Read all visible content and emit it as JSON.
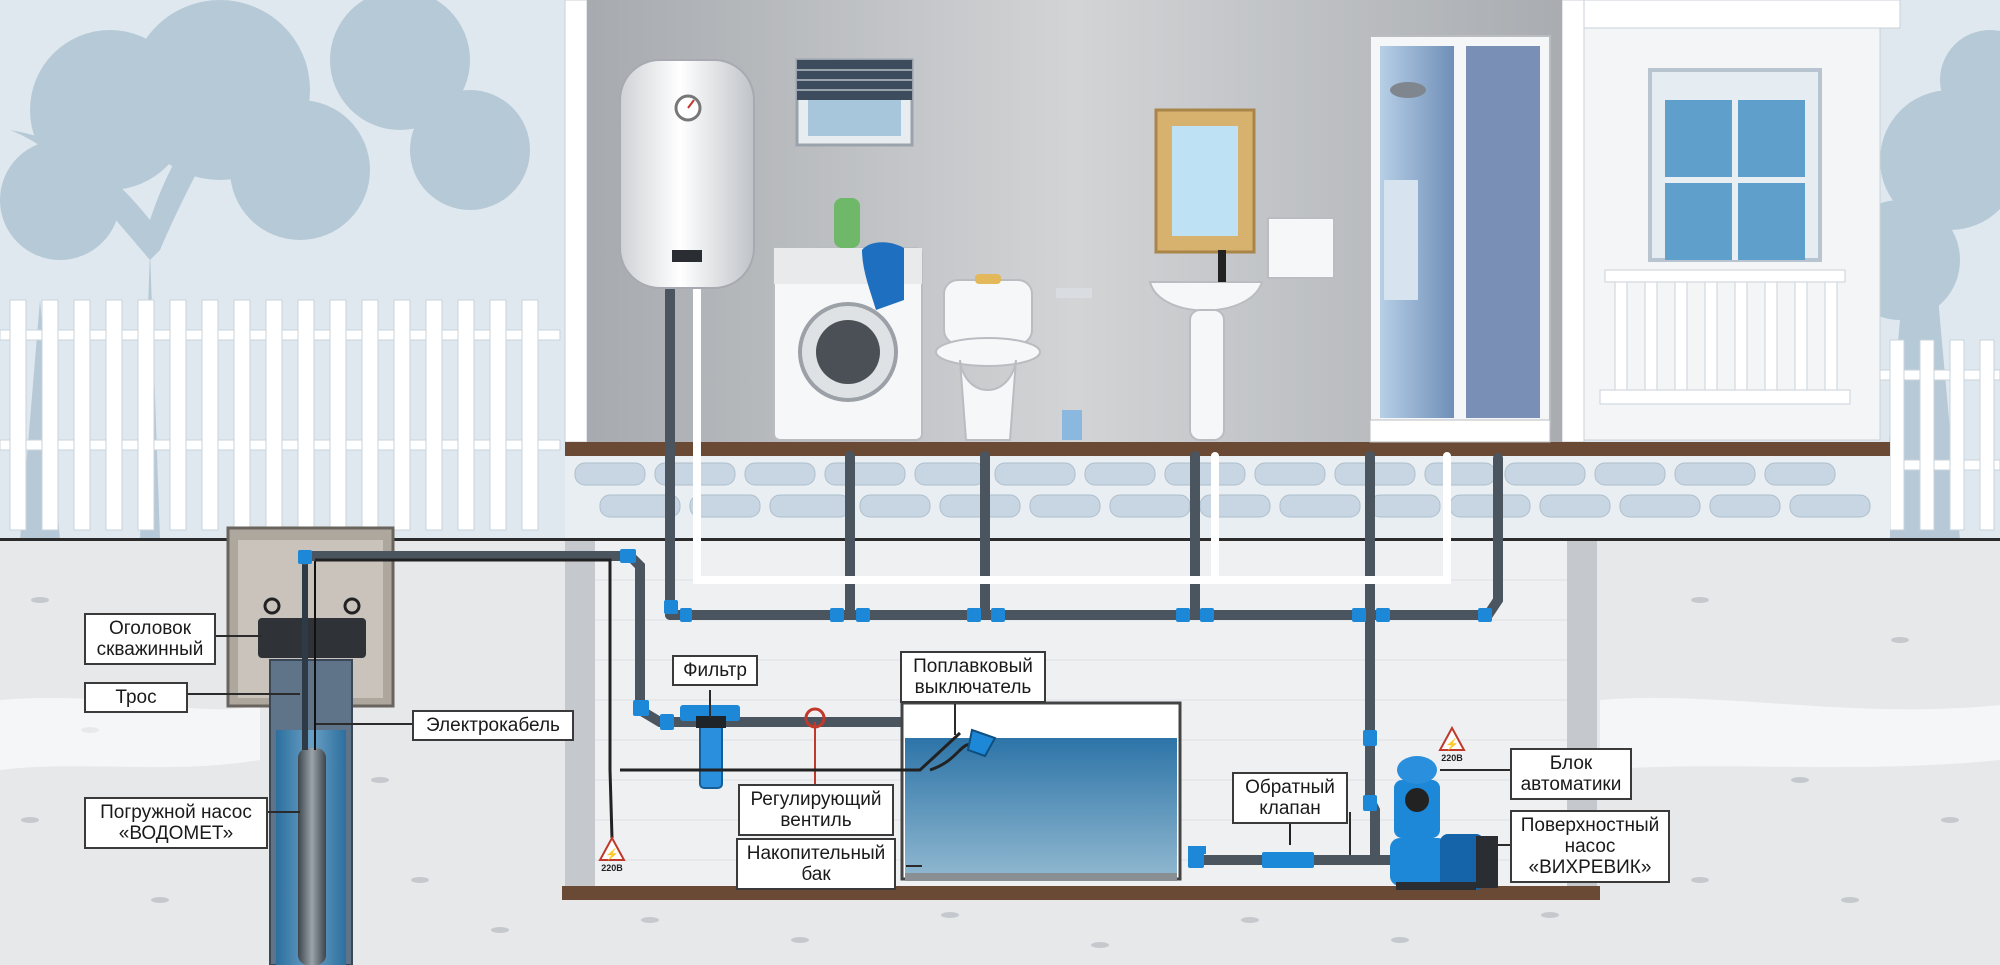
{
  "labels": {
    "head": [
      "Оголовок",
      "скважинный"
    ],
    "cable": "Трос",
    "electro": "Электрокабель",
    "pump": [
      "Погружной насос",
      "«ВОДОМЕТ»"
    ],
    "filter": "Фильтр",
    "float": [
      "Поплавковый",
      "выключатель"
    ],
    "valve": [
      "Регулирующий",
      "вентиль"
    ],
    "tank": [
      "Накопительный",
      "бак"
    ],
    "check": [
      "Обратный",
      "клапан"
    ],
    "auto": [
      "Блок",
      "автоматики"
    ],
    "surface": [
      "Поверхностный",
      "насос",
      "«ВИХРЕВИК»"
    ]
  },
  "voltage": "220В",
  "colors": {
    "pipe": "#4a5560",
    "fitting": "#1e88d8",
    "water": "#3f7fae",
    "floor": "#6b4a35",
    "sky": "#dfe8ef",
    "wall": "#b9bcc0"
  },
  "icons": [
    "warning-icon"
  ]
}
